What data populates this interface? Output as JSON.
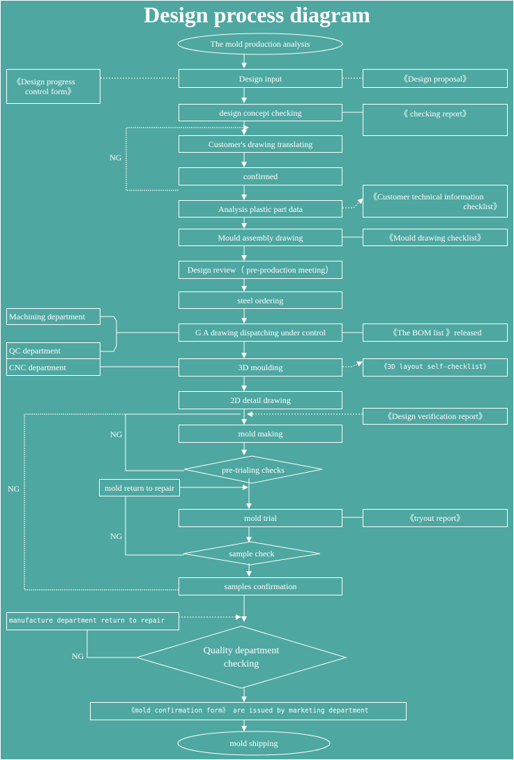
{
  "title": "Design process diagram",
  "steps": {
    "analysis": "The mold production  analysis",
    "input": "Design input",
    "concept": "design  concept checking",
    "translating": "Customer's  drawing  translating",
    "confirmed": "confirmed",
    "plastic": "Analysis  plastic part data",
    "assembly": "Mould assembly drawing",
    "review": "Design review（ pre-production meeting）",
    "steel": "steel  ordering",
    "ga": "G A drawing  dispatching under control",
    "moulding3d": "3D  moulding",
    "detail2d": "2D detail drawing",
    "making": "mold making",
    "pretrial": "pre-trialing checks",
    "repair": "mold return to repair",
    "trial": "mold trial",
    "sample": "sample check",
    "samplesconf": "samples confirmation",
    "mfgrepair": "manufacture department return to repair",
    "quality1": "Quality department",
    "quality2": "checking",
    "form": "《mold confirmation form》 are issued by marketing department",
    "shipping": "mold shipping"
  },
  "docs": {
    "progress1": "《Design progress",
    "progress2": "control  form》",
    "proposal": "《Design  proposal》",
    "checking": "《  checking   report》",
    "techinfo1": "《Customer technical information",
    "techinfo2": "checklist》",
    "mouldcheck": "《Mould drawing checklist》",
    "bom": "《The BOM list 》released",
    "layout3d": "《3D layout self-checklist》",
    "verification": "《Design  verification report》",
    "tryout": "《tryout report》"
  },
  "departments": {
    "machining": "Machining department",
    "qc": "QC department",
    "cnc": "CNC department"
  },
  "ng": "NG"
}
